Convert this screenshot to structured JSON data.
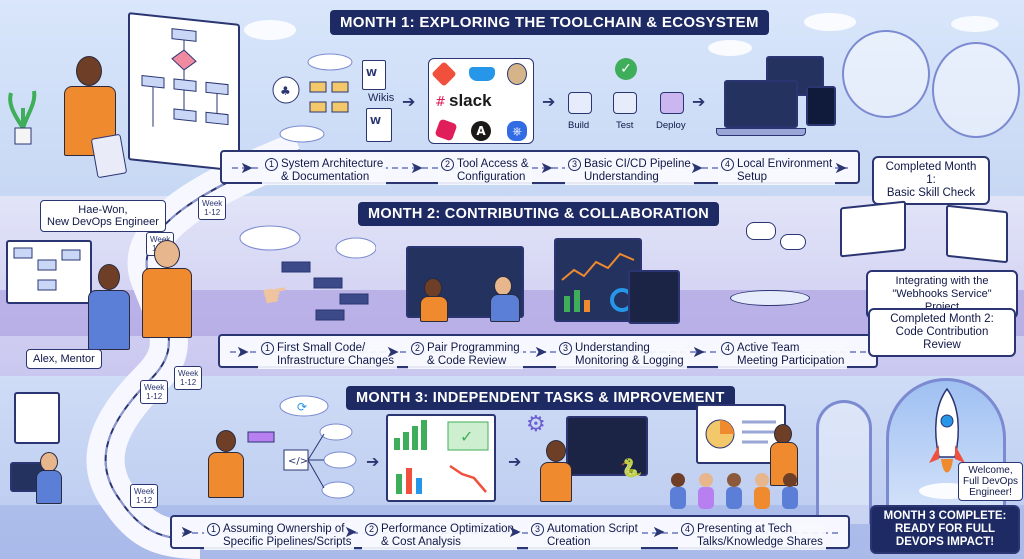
{
  "months": [
    {
      "banner": "MONTH 1: EXPLORING THE TOOLCHAIN & ECOSYSTEM",
      "steps": [
        {
          "num": "1",
          "line1": "System Architecture",
          "line2": "& Documentation"
        },
        {
          "num": "2",
          "line1": "Tool Access &",
          "line2": "Configuration"
        },
        {
          "num": "3",
          "line1": "Basic CI/CD Pipeline",
          "line2": "Understanding"
        },
        {
          "num": "4",
          "line1": "Local Environment",
          "line2": "Setup"
        }
      ],
      "completion": {
        "line1": "Completed Month 1:",
        "line2": "Basic Skill Check"
      }
    },
    {
      "banner": "MONTH 2: CONTRIBUTING & COLLABORATION",
      "steps": [
        {
          "num": "1",
          "line1": "First Small Code/",
          "line2": "Infrastructure Changes"
        },
        {
          "num": "2",
          "line1": "Pair Programming",
          "line2": "& Code Review"
        },
        {
          "num": "3",
          "line1": "Understanding",
          "line2": "Monitoring & Logging"
        },
        {
          "num": "4",
          "line1": "Active Team",
          "line2": "Meeting Participation"
        }
      ],
      "completion": {
        "line1": "Completed Month 2:",
        "line2": "Code Contribution Review"
      }
    },
    {
      "banner": "MONTH 3: INDEPENDENT TASKS & IMPROVEMENT",
      "steps": [
        {
          "num": "1",
          "line1": "Assuming Ownership of",
          "line2": "Specific Pipelines/Scripts"
        },
        {
          "num": "2",
          "line1": "Performance Optimization",
          "line2": "& Cost Analysis"
        },
        {
          "num": "3",
          "line1": "Automation Script",
          "line2": "Creation"
        },
        {
          "num": "4",
          "line1": "Presenting at Tech",
          "line2": "Talks/Knowledge Shares"
        }
      ],
      "completion": {
        "line1": "MONTH 3 COMPLETE:",
        "line2": "READY FOR FULL",
        "line3": "DEVOPS IMPACT!"
      }
    }
  ],
  "project_card": {
    "line1": "Integrating with the",
    "line2": "\"Webhooks Service\" Project"
  },
  "people": {
    "hae_won": {
      "line1": "Hae-Won,",
      "line2": "New DevOps Engineer"
    },
    "alex": "Alex, Mentor"
  },
  "welcome_sign": {
    "line1": "Welcome,",
    "line2": "Full DevOps",
    "line3": "Engineer!"
  },
  "docs": {
    "wikis": "Wikis"
  },
  "tools": {
    "slack": "slack"
  },
  "pipeline": {
    "build": "Build",
    "test": "Test",
    "deploy": "Deploy"
  },
  "week_signs": [
    {
      "line1": "Week",
      "line2": "1-12"
    },
    {
      "line1": "Week",
      "line2": "1-12"
    },
    {
      "line1": "Week",
      "line2": "1-12"
    },
    {
      "line1": "Week",
      "line2": "1-12"
    },
    {
      "line1": "Week",
      "line2": "1-12"
    }
  ],
  "colors": {
    "navy": "#1d2a63",
    "accent_purple": "#6b5fd0",
    "accent_orange": "#f08a2e",
    "accent_green": "#3fae5a"
  },
  "icons": [
    "git-icon",
    "docker-icon",
    "jenkins-icon",
    "slack-icon",
    "ansible-icon",
    "kubernetes-icon",
    "rocket-icon",
    "cloud-icon",
    "gear-icon",
    "python-icon"
  ]
}
